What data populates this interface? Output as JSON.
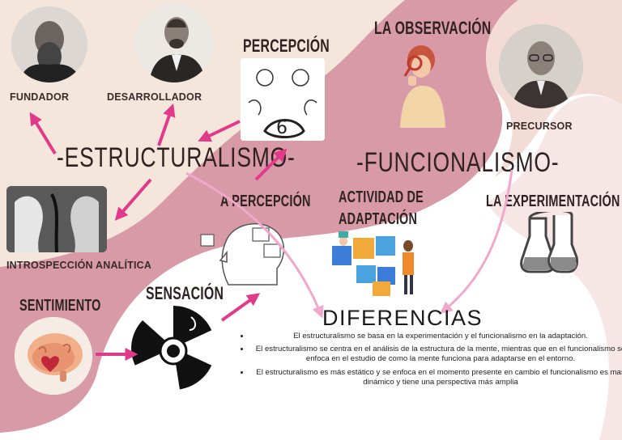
{
  "theme": {
    "cream": "#f5e6dc",
    "rose": "#d89aa6",
    "arrow_magenta": "#e23a8a",
    "arrow_light_pink": "#f0a8cc",
    "text_dark": "#2e2222"
  },
  "structuralism": {
    "title": "-ESTRUCTURALISMO-",
    "fundador": "FUNDADOR",
    "desarrollador": "DESARROLLADOR",
    "percepcion": "PERCEPCIÓN",
    "introspeccion": "INTROSPECCIÓN ANALÍTICA",
    "a_percepcion": "A PERCEPCIÓN",
    "sensacion": "SENSACIÓN",
    "sentimiento": "SENTIMIENTO"
  },
  "functionalism": {
    "title": "-FUNCIONALISMO-",
    "observacion": "LA OBSERVACIÓN",
    "precursor": "PRECURSOR",
    "actividad_line1": "ACTIVIDAD DE",
    "actividad_line2": "ADAPTACIÓN",
    "experimentacion": "LA EXPERIMENTACIÓN"
  },
  "differences": {
    "title": "DIFERENCIAS",
    "items": [
      "El estructuralismo se basa en la experimentación y el funcionalismo en la adaptación.",
      "El estructuralismo se centra en el análisis de la estructura de la mente, mientras que en el funcionalismo se enfoca en el estudio de como la mente funciona para adaptarse en el entorno.",
      "El estructuralismo es más estático y se enfoca en el momento presente en cambio el funcionalismo es mas dinámico y tiene una perspectiva más amplia"
    ]
  },
  "icons": {
    "portrait_fundador": "portrait-bearded-man-icon",
    "portrait_desarrollador": "portrait-man-suit-icon",
    "portrait_precursor": "portrait-man-glasses-icon",
    "percepcion_img": "perception-sketch-icon",
    "observacion_img": "woman-magnifier-icon",
    "introspeccion_img": "faces-illusion-icon",
    "a_percepcion_img": "head-profile-icon",
    "sensacion_img": "senses-collage-icon",
    "sentimiento_img": "brain-heart-icon",
    "actividad_img": "puzzle-team-icon",
    "experimentacion_img": "lab-flasks-icon"
  }
}
